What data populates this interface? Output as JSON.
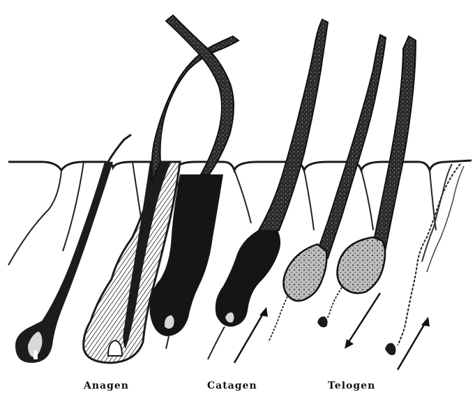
{
  "figure": {
    "stages": [
      {
        "label": "Anagen"
      },
      {
        "label": "Catagen"
      },
      {
        "label": "Telogen"
      }
    ],
    "colors": {
      "ink": "#111111",
      "skin_line": "#1a1a1a",
      "bulb_fill": "#d8d8d8",
      "background": "#ffffff"
    },
    "arrows": [
      {
        "name": "catagen-upward-arrow",
        "direction": "up"
      },
      {
        "name": "telogen-downward-arrow",
        "direction": "down"
      },
      {
        "name": "telogen-upward-arrow",
        "direction": "up"
      }
    ]
  }
}
